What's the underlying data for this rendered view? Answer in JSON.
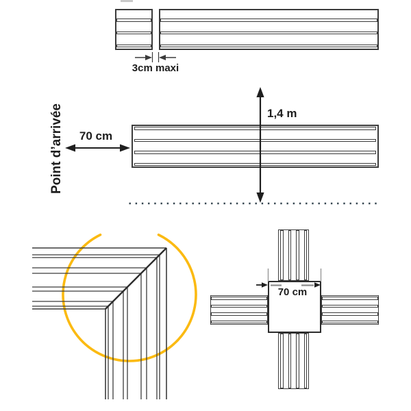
{
  "labels": {
    "gap": "3cm maxi",
    "arrival": "Point d’arrivée",
    "distance": "70 cm",
    "height": "1,4 m",
    "crossing_size": "70 cm"
  },
  "colors": {
    "line": "#3b3b3b",
    "text": "#1d1d1d",
    "highlight_yellow": "#FBBA12",
    "dotted_line": "#34444f"
  }
}
